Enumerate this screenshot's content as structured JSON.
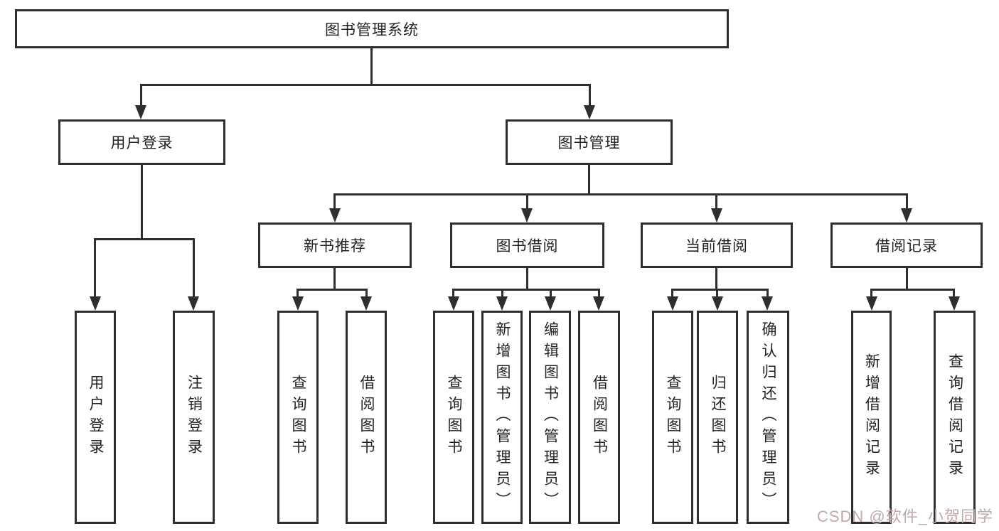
{
  "title": "图书管理系统",
  "branches": {
    "user": {
      "label": "用户登录",
      "children": [
        "用户登录",
        "注销登录"
      ]
    },
    "book": {
      "label": "图书管理"
    }
  },
  "modules": [
    {
      "label": "新书推荐",
      "children": [
        "查询图书",
        "借阅图书"
      ]
    },
    {
      "label": "图书借阅",
      "children": [
        "查询图书",
        "新增图书（管理员）",
        "编辑图书（管理员）",
        "借阅图书"
      ]
    },
    {
      "label": "当前借阅",
      "children": [
        "查询图书",
        "归还图书",
        "确认归还（管理员）"
      ]
    },
    {
      "label": "借阅记录",
      "children": [
        "新增借阅记录",
        "查询借阅记录"
      ]
    }
  ],
  "watermark": "CSDN @软件_小贺同学",
  "colors": {
    "line": "#2e2e2e",
    "box_background": "#ffffff",
    "text": "#222222",
    "watermark": "#c2a8a8"
  }
}
